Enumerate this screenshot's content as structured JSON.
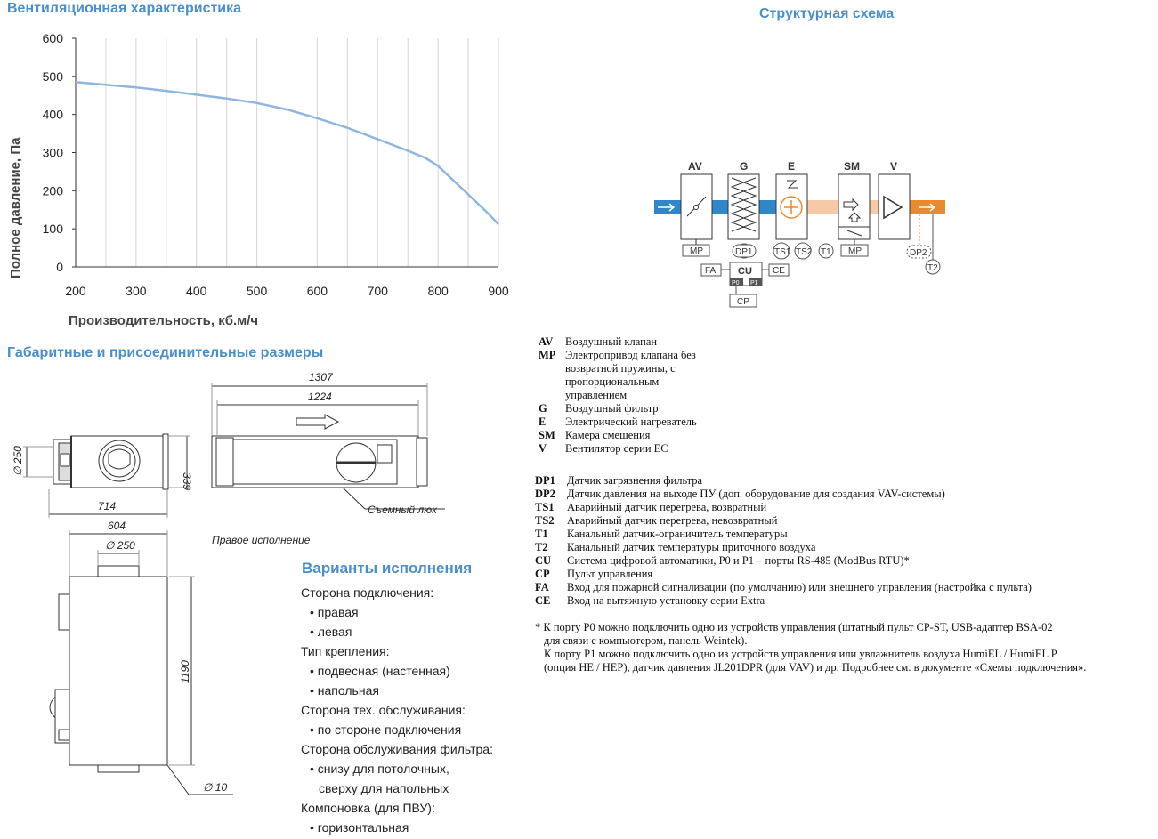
{
  "headings": {
    "vent": "Вентиляционная характеристика",
    "scheme": "Структурная схема",
    "dims": "Габаритные и присоединительные размеры",
    "variants": "Варианты исполнения"
  },
  "chart_data": {
    "type": "line",
    "xlabel": "Производительность, кб.м/ч",
    "ylabel": "Полное давление, Па",
    "xlim": [
      200,
      900
    ],
    "ylim": [
      0,
      600
    ],
    "x_ticks": [
      "200",
      "300",
      "400",
      "500",
      "600",
      "700",
      "800",
      "900"
    ],
    "y_ticks": [
      "0",
      "100",
      "200",
      "300",
      "400",
      "500",
      "600"
    ],
    "grid": "vertical",
    "series": [
      {
        "color": "#8fb6df",
        "x": [
          200,
          250,
          300,
          350,
          400,
          450,
          500,
          550,
          600,
          650,
          700,
          750,
          780,
          800,
          820,
          850,
          880,
          900
        ],
        "y": [
          485,
          478,
          471,
          462,
          452,
          442,
          430,
          413,
          390,
          365,
          335,
          305,
          285,
          265,
          235,
          190,
          145,
          112
        ]
      }
    ]
  },
  "scheme": {
    "blocks": [
      "AV",
      "G",
      "E",
      "SM",
      "V"
    ],
    "sensors": [
      "MP",
      "DP1",
      "TS1",
      "TS2",
      "T1",
      "MP",
      "DP2",
      "T2"
    ],
    "cu": "CU",
    "ports": [
      "P0",
      "P1"
    ],
    "fa": "FA",
    "ce": "CE",
    "cp": "CP",
    "colors": {
      "cold": "#2f86c9",
      "warm": "#f7c9a6",
      "hot": "#e98a2e"
    }
  },
  "legend1": [
    {
      "code": "AV",
      "text": "Воздушный клапан"
    },
    {
      "code": "MP",
      "text": "Электропривод клапана без возвратной пружины, с пропорциональным управлением"
    },
    {
      "code": "G",
      "text": "Воздушный фильтр"
    },
    {
      "code": "E",
      "text": "Электрический нагреватель"
    },
    {
      "code": "SM",
      "text": "Камера смешения"
    },
    {
      "code": "V",
      "text": "Вентилятор серии EC"
    }
  ],
  "legend2": [
    {
      "code": "DP1",
      "text": "Датчик загрязнения фильтра"
    },
    {
      "code": "DP2",
      "text": "Датчик давления на выходе ПУ (доп. оборудование для создания VAV-системы)"
    },
    {
      "code": "TS1",
      "text": "Аварийный датчик перегрева, возвратный"
    },
    {
      "code": "TS2",
      "text": "Аварийный датчик перегрева, невозвратный"
    },
    {
      "code": "T1",
      "text": "Канальный датчик-ограничитель температуры"
    },
    {
      "code": "T2",
      "text": "Канальный датчик температуры приточного воздуха"
    },
    {
      "code": "CU",
      "text": "Система цифровой автоматики, P0 и P1 – порты RS-485 (ModBus RTU)*"
    },
    {
      "code": "CP",
      "text": "Пульт управления"
    },
    {
      "code": "FA",
      "text": "Вход для пожарной сигнализации (по умолчанию) или внешнего управления (настройка с пульта)"
    },
    {
      "code": "CE",
      "text": "Вход на вытяжную установку серии Extra"
    }
  ],
  "footnote": [
    "* К порту P0 можно подключить одно из устройств управления (штатный пульт CP-ST, USB-адаптер BSA-02",
    "для связи с компьютером, панель Weintek).",
    "К порту P1 можно подключить одно из устройств управления или увлажнитель воздуха HumiEL / HumiEL P",
    "(опция HE / HEP), датчик давления JL201DPR (для VAV) и др. Подробнее см. в документе «Схемы подключения»."
  ],
  "dims": {
    "d250_a": "∅ 250",
    "d250_b": "∅ 250",
    "d10": "∅ 10",
    "w714": "714",
    "h339": "339",
    "w1307": "1307",
    "w1224": "1224",
    "w604": "604",
    "h1190": "1190",
    "hatch_label": "Съемный люк",
    "right_version": "Правое исполнение"
  },
  "variants": [
    {
      "text": "Сторона подключения:",
      "bullet": false
    },
    {
      "text": "• правая",
      "bullet": true
    },
    {
      "text": "• левая",
      "bullet": true
    },
    {
      "text": "Тип крепления:",
      "bullet": false
    },
    {
      "text": "• подвесная (настенная)",
      "bullet": true
    },
    {
      "text": "• напольная",
      "bullet": true
    },
    {
      "text": "Сторона тех. обслуживания:",
      "bullet": false
    },
    {
      "text": "• по стороне подключения",
      "bullet": true
    },
    {
      "text": "Сторона обслуживания фильтра:",
      "bullet": false
    },
    {
      "text": "• снизу для потолочных,",
      "bullet": true
    },
    {
      "text": "сверху для напольных",
      "bullet": true
    },
    {
      "text": "Компоновка (для ПВУ):",
      "bullet": false
    },
    {
      "text": "• горизонтальная",
      "bullet": true
    }
  ]
}
